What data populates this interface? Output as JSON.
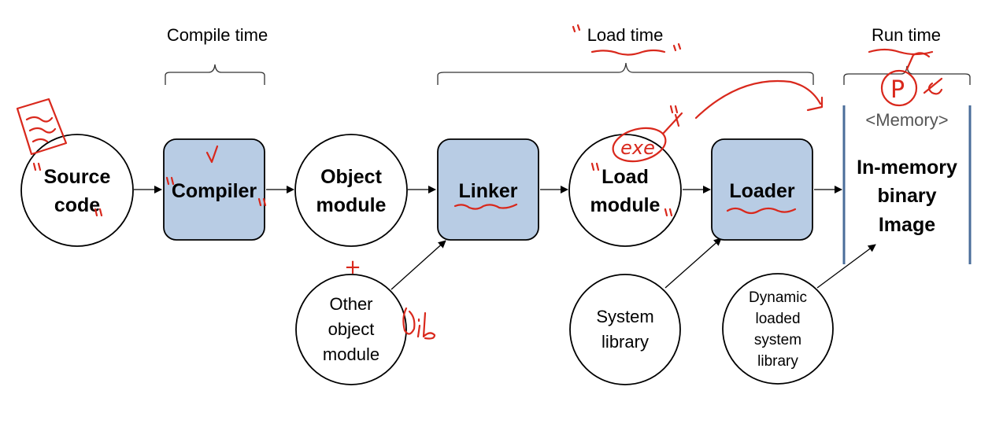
{
  "phases": {
    "compile": "Compile time",
    "load": "Load time",
    "run": "Run time"
  },
  "nodes": {
    "source_code": [
      "Source",
      "code"
    ],
    "compiler": [
      "Compiler"
    ],
    "object_module": [
      "Object",
      "module"
    ],
    "linker": [
      "Linker"
    ],
    "load_module": [
      "Load",
      "module"
    ],
    "loader": [
      "Loader"
    ],
    "memory_header": "<Memory>",
    "memory_image": [
      "In-memory",
      "binary",
      "Image"
    ],
    "other_object_module": [
      "Other",
      "object",
      "module"
    ],
    "system_library": [
      "System",
      "library"
    ],
    "dynamic_system_library": [
      "Dynamic",
      "loaded",
      "system",
      "library"
    ]
  },
  "annotations": {
    "exe": "exe",
    "pi": "P",
    "plus": "+"
  },
  "colors": {
    "process_fill": "#b8cce4",
    "process_stroke": "#000000",
    "memory_bar": "#4a6d9a",
    "annotation_ink": "#d9281c"
  }
}
